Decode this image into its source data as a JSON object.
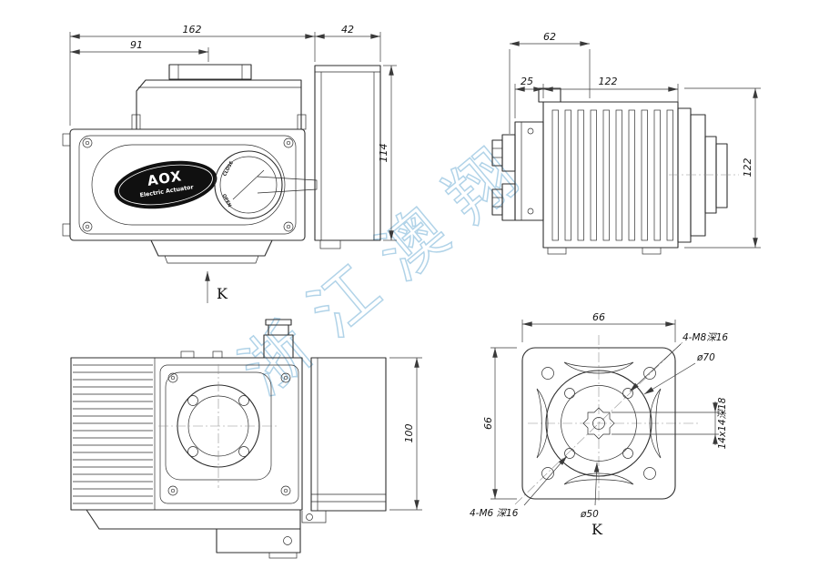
{
  "watermark": {
    "text": "浙江澳翔",
    "color": "#a9cfe6"
  },
  "front_view": {
    "brand": "AOX",
    "brand_subtitle": "Electric Actuator",
    "dial_close": "CLOSE",
    "dial_open": "OPEN",
    "dim_total_width": "162",
    "dim_left_width": "91",
    "dim_side_width": "42",
    "dim_height": "114",
    "view_arrow_label": "K"
  },
  "side_view": {
    "dim_top": "62",
    "dim_flange": "25",
    "dim_body": "122",
    "dim_height": "122"
  },
  "bottom_view": {
    "dim_height": "100"
  },
  "k_view": {
    "dim_width": "66",
    "dim_height": "66",
    "note_m8": "4-M8深16",
    "note_d70": "ø70",
    "note_square": "14x14深18",
    "note_m6": "4-M6 深16",
    "note_d50": "ø50",
    "view_label": "K"
  }
}
